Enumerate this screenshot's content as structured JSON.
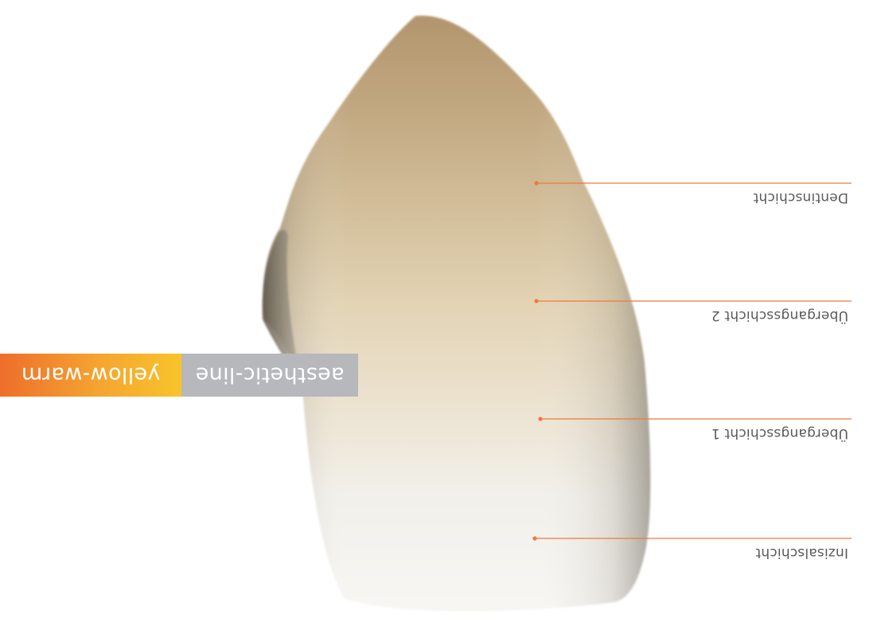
{
  "badge": {
    "line": "aesthetic-line",
    "variant": "yellow-warm"
  },
  "layers": [
    {
      "label": "Inzisalschicht"
    },
    {
      "label": "Übergangsschicht 1"
    },
    {
      "label": "Übergangsschicht 2"
    },
    {
      "label": "Dentinschicht"
    }
  ],
  "colors": {
    "accent": "#ee7a3a",
    "label_text": "#5a5a5a",
    "badge_grey": "#b6b8bb",
    "badge_orange": "#ee6e2b",
    "badge_yellow": "#f8c42a",
    "tooth_incisal": "#f7f6f3",
    "tooth_dentin": "#b89a74"
  }
}
